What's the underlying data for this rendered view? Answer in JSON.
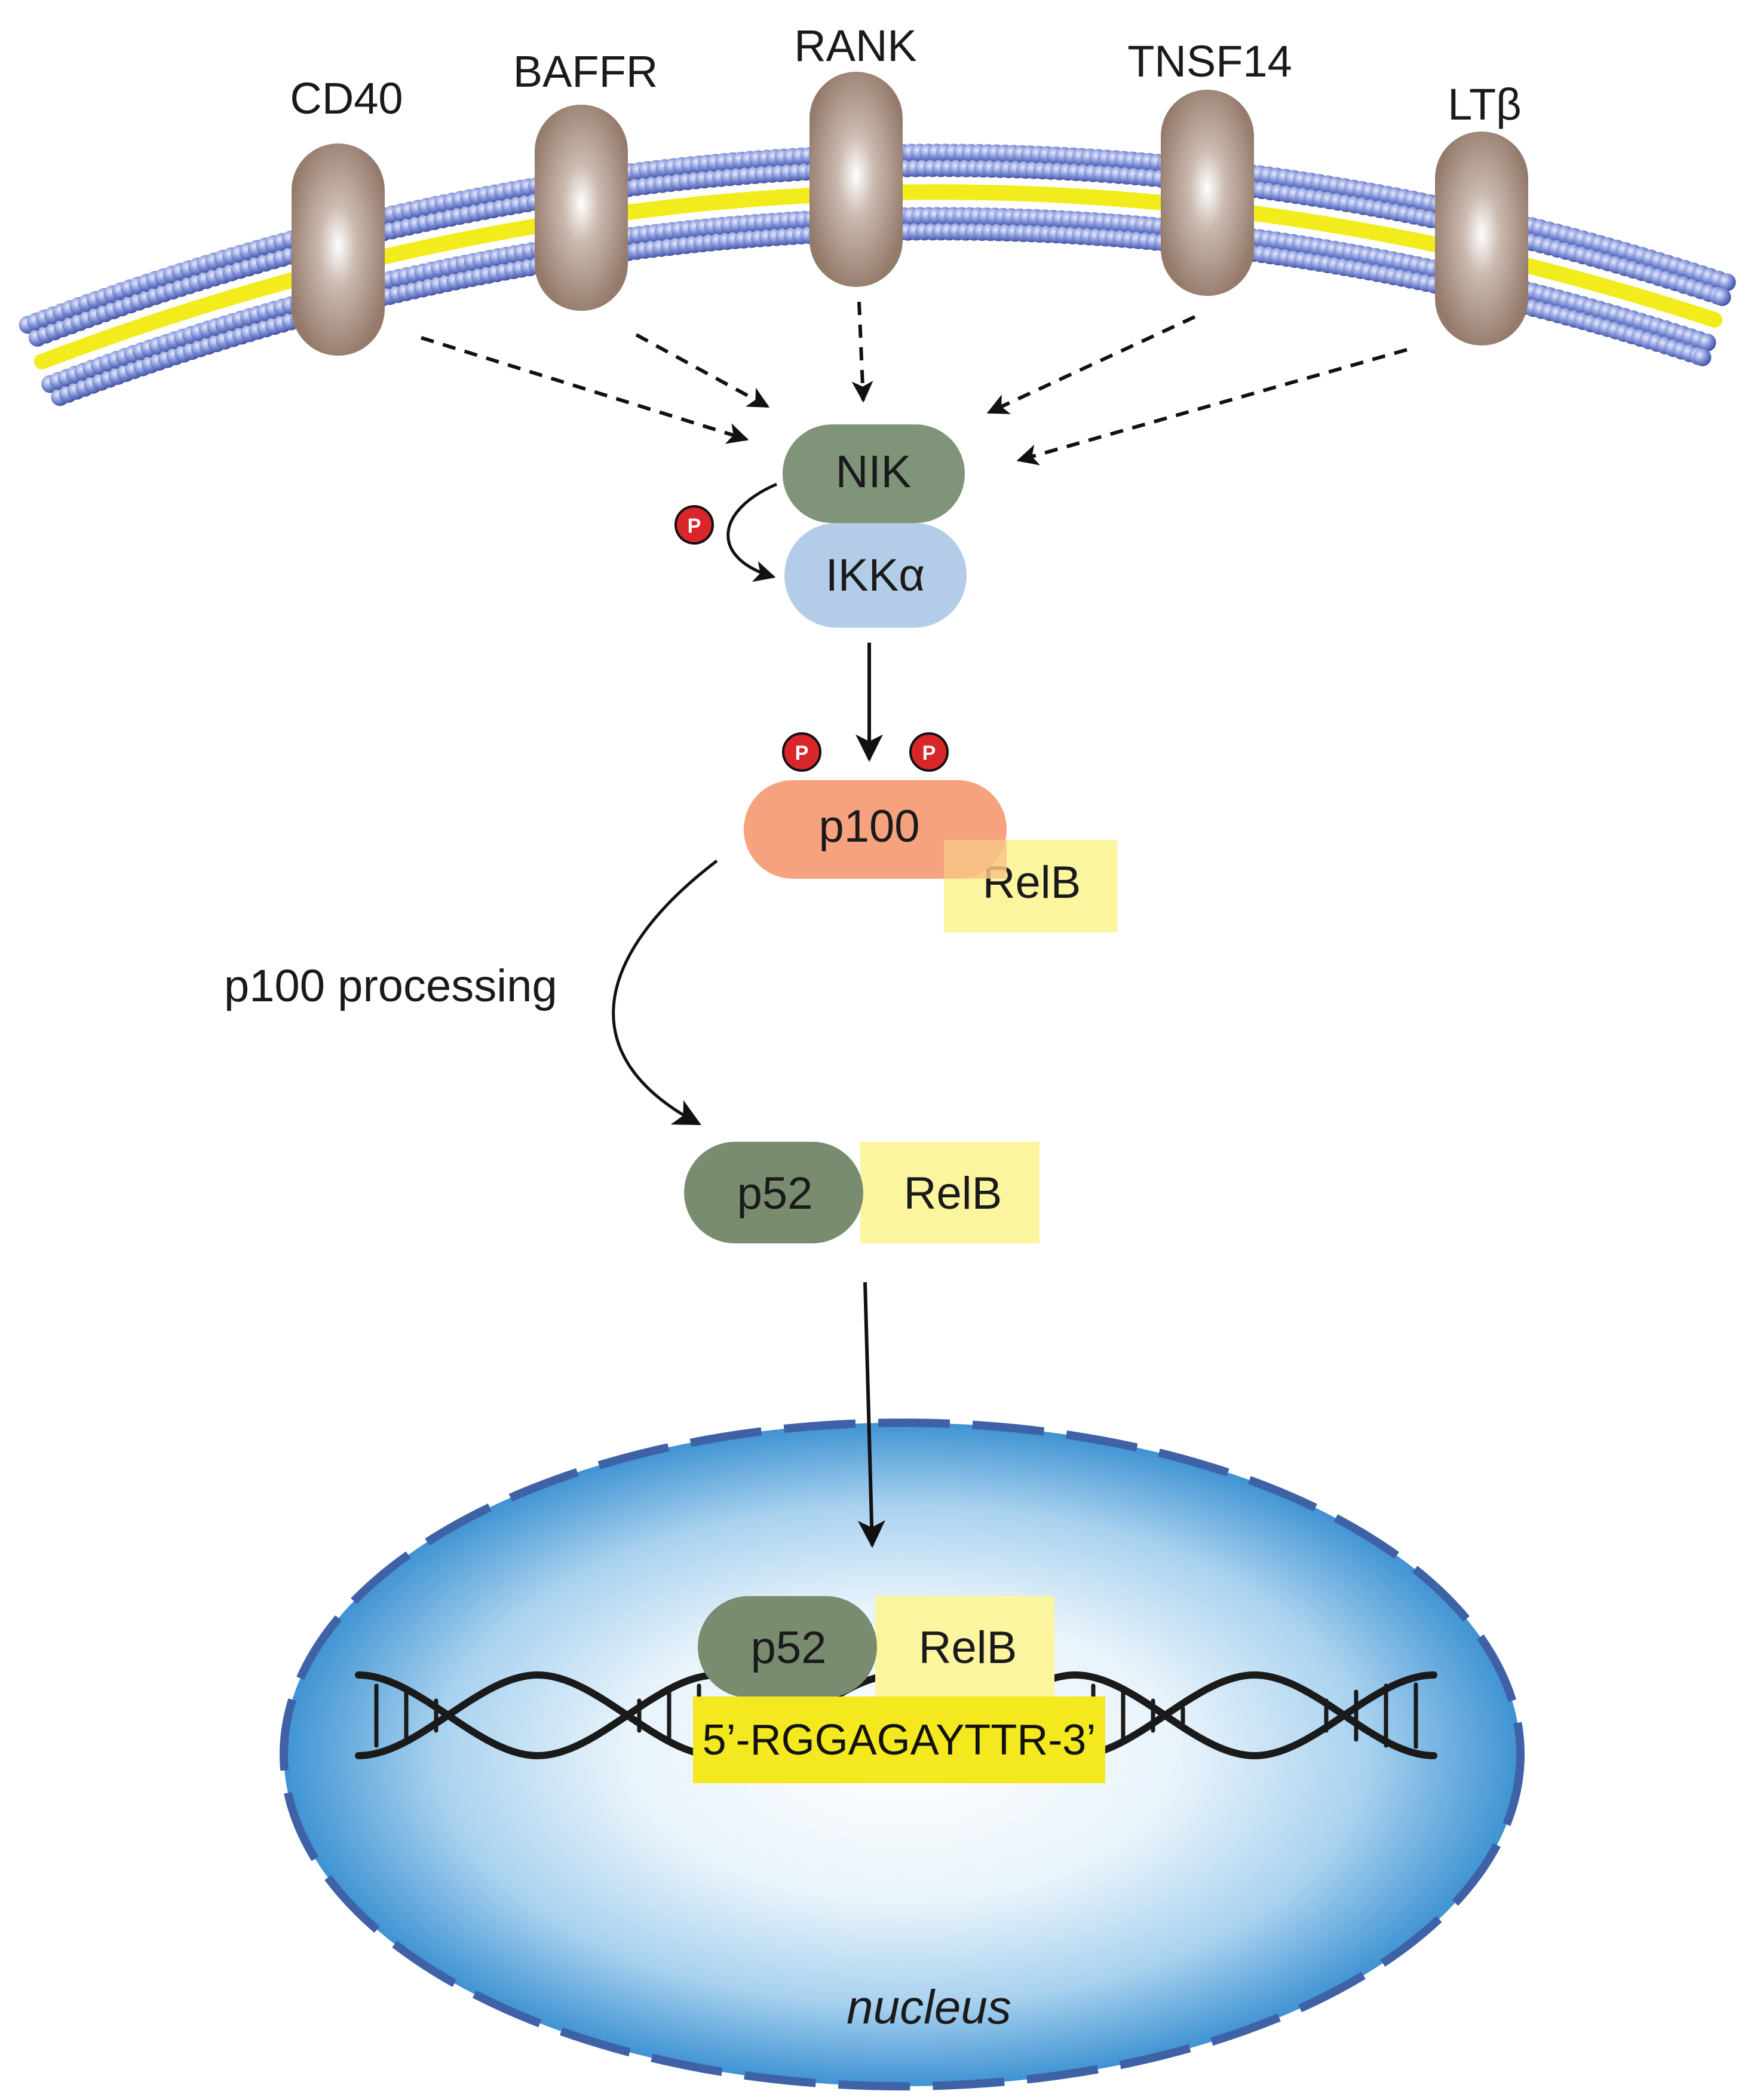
{
  "receptors": [
    {
      "label": "CD40"
    },
    {
      "label": "BAFFR"
    },
    {
      "label": "RANK"
    },
    {
      "label": "TNSF14"
    },
    {
      "label": "LTβ"
    }
  ],
  "nodes": {
    "nik": "NIK",
    "ikka": "IKKα",
    "p100": "p100",
    "relb_p100": "RelB",
    "p52": "p52",
    "relb": "RelB",
    "p52_nuc": "p52",
    "relb_nuc": "RelB"
  },
  "phospho": "P",
  "processing_label": "p100 processing",
  "dna_sequence": "5’-RGGAGAYTTR-3’",
  "nucleus_label": "nucleus",
  "colors": {
    "lipid_head": "#5f6fc0",
    "lipid_tail": "#f2ec1c",
    "receptor": "#9a8274",
    "nik": "#7f9478",
    "ikka": "#b3cde8",
    "p100": "#f7a27f",
    "relb": "#fbf59f",
    "p52": "#7a8c6f",
    "phospho": "#d8262a",
    "sequence_box": "#f4e81e",
    "nucleus_border": "#3f62a6",
    "nucleus_fill": "#4a9ad6"
  }
}
